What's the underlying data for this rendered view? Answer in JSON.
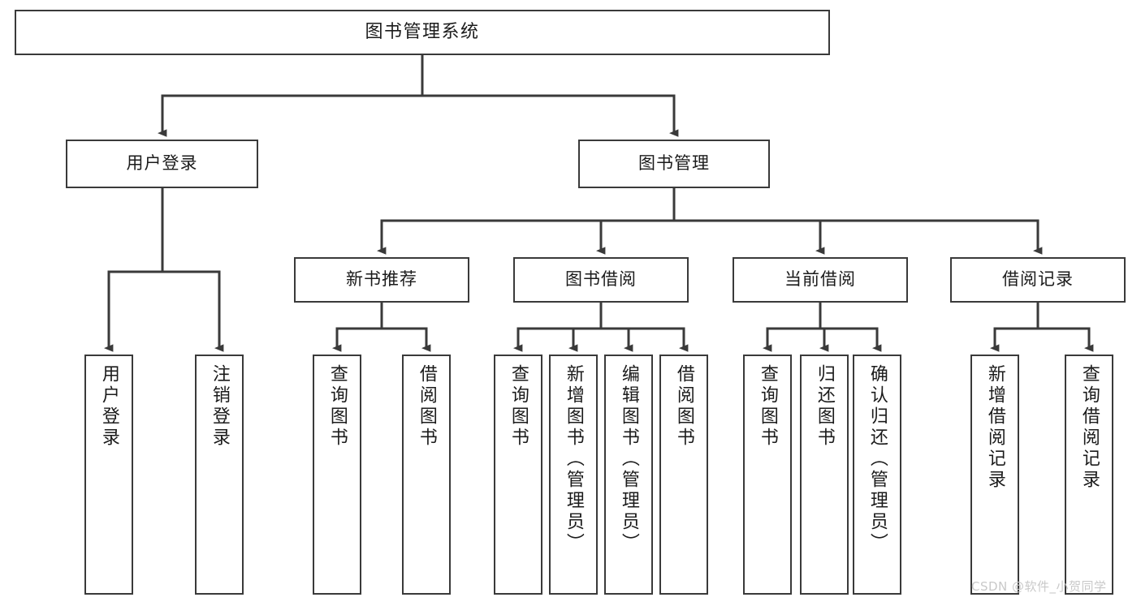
{
  "diagram": {
    "title": "图书管理系统",
    "watermark": "CSDN @软件_小贺同学",
    "colors": {
      "box_border": "#3a3a3a",
      "box_fill": "#ffffff",
      "line": "#3a3a3a",
      "text": "#1b1b1b",
      "watermark": "#c9c9c9",
      "background": "#ffffff"
    }
  },
  "nodes": {
    "root": "图书管理系统",
    "level2": {
      "user_login": "用户登录",
      "book_manage": "图书管理"
    },
    "level3": {
      "new_book_rec": "新书推荐",
      "book_borrow": "图书借阅",
      "current_borrow": "当前借阅",
      "borrow_record": "借阅记录"
    },
    "leaves": {
      "user_login_1": "用户登录",
      "user_login_2": "注销登录",
      "new_book_rec_1": "查询图书",
      "new_book_rec_2": "借阅图书",
      "book_borrow_1": "查询图书",
      "book_borrow_2": "新增图书（管理员）",
      "book_borrow_3": "编辑图书（管理员）",
      "book_borrow_4": "借阅图书",
      "current_borrow_1": "查询图书",
      "current_borrow_2": "归还图书",
      "current_borrow_3": "确认归还（管理员）",
      "borrow_record_1": "新增借阅记录",
      "borrow_record_2": "查询借阅记录"
    }
  },
  "tree": {
    "type": "org-chart",
    "orientation": "top-down",
    "root": "图书管理系统",
    "children": [
      {
        "label": "用户登录",
        "children": [
          {
            "label": "用户登录"
          },
          {
            "label": "注销登录"
          }
        ]
      },
      {
        "label": "图书管理",
        "children": [
          {
            "label": "新书推荐",
            "children": [
              {
                "label": "查询图书"
              },
              {
                "label": "借阅图书"
              }
            ]
          },
          {
            "label": "图书借阅",
            "children": [
              {
                "label": "查询图书"
              },
              {
                "label": "新增图书（管理员）"
              },
              {
                "label": "编辑图书（管理员）"
              },
              {
                "label": "借阅图书"
              }
            ]
          },
          {
            "label": "当前借阅",
            "children": [
              {
                "label": "查询图书"
              },
              {
                "label": "归还图书"
              },
              {
                "label": "确认归还（管理员）"
              }
            ]
          },
          {
            "label": "借阅记录",
            "children": [
              {
                "label": "新增借阅记录"
              },
              {
                "label": "查询借阅记录"
              }
            ]
          }
        ]
      }
    ]
  }
}
